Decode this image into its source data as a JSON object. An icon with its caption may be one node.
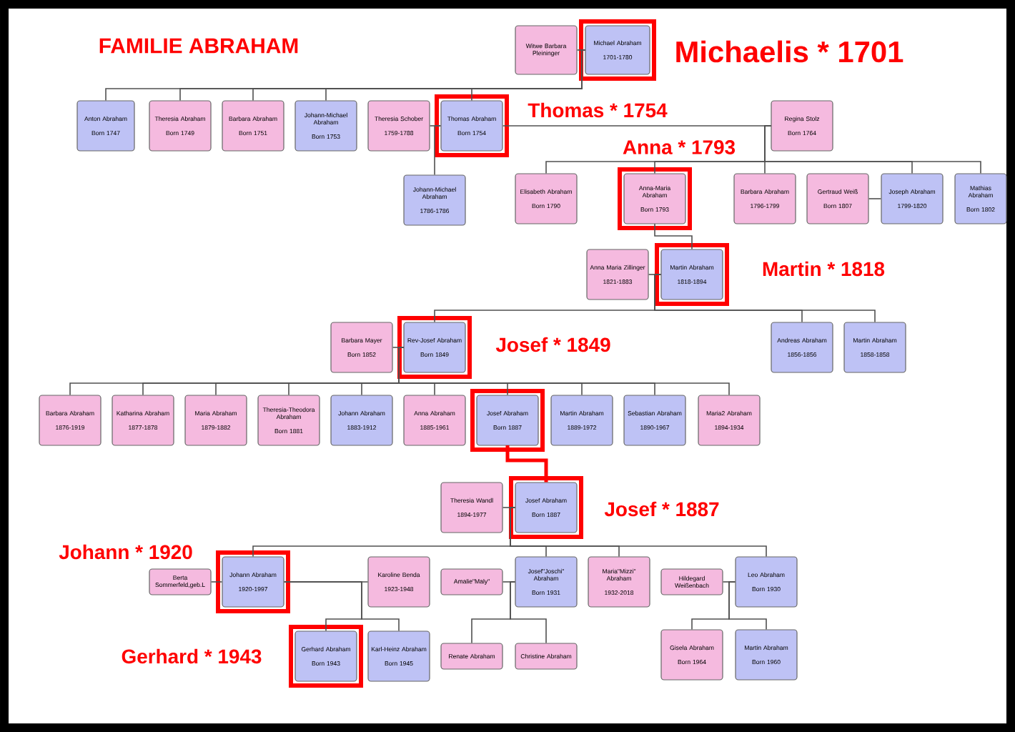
{
  "diagram": {
    "title": "FAMILIE ABRAHAM",
    "nodes": [
      {
        "text": [
          "Witwe Barbara Pleininger"
        ]
      },
      {
        "text": [
          "Michael Abraham",
          "1701-1780"
        ]
      },
      {
        "text": [
          "Anton Abraham",
          "Born 1747"
        ]
      },
      {
        "text": [
          "Theresia Abraham",
          "Born 1749"
        ]
      },
      {
        "text": [
          "Barbara Abraham",
          "Born 1751"
        ]
      },
      {
        "text": [
          "Johann-Michael Abraham",
          "Born 1753"
        ]
      },
      {
        "text": [
          "Theresia Schober",
          "1759-1788"
        ]
      },
      {
        "text": [
          "Thomas Abraham",
          "Born 1754"
        ]
      },
      {
        "text": [
          "Regina Stolz",
          "Born 1764"
        ]
      },
      {
        "text": [
          "Johann-Michael Abraham",
          "1786-1786"
        ]
      },
      {
        "text": [
          "Elisabeth Abraham",
          "Born 1790"
        ]
      },
      {
        "text": [
          "Anna-Maria Abraham",
          "Born 1793"
        ]
      },
      {
        "text": [
          "Barbara Abraham",
          "1796-1799"
        ]
      },
      {
        "text": [
          "Gertraud Weiß",
          "Born 1807"
        ]
      },
      {
        "text": [
          "Joseph Abraham",
          "1799-1820"
        ]
      },
      {
        "text": [
          "Mathias Abraham",
          "Born 1802"
        ]
      },
      {
        "text": [
          "Anna Maria Zillinger",
          "1821-1883"
        ]
      },
      {
        "text": [
          "Martin Abraham",
          "1818-1894"
        ]
      },
      {
        "text": [
          "Barbara Mayer",
          "Born 1852"
        ]
      },
      {
        "text": [
          "Rev-Josef Abraham",
          "Born 1849"
        ]
      },
      {
        "text": [
          "Andreas Abraham",
          "1856-1856"
        ]
      },
      {
        "text": [
          "Martin Abraham",
          "1858-1858"
        ]
      },
      {
        "text": [
          "Barbara Abraham",
          "1876-1919"
        ]
      },
      {
        "text": [
          "Katharina Abraham",
          "1877-1878"
        ]
      },
      {
        "text": [
          "Maria Abraham",
          "1879-1882"
        ]
      },
      {
        "text": [
          "Theresia-Theodora Abraham",
          "Born 1881"
        ]
      },
      {
        "text": [
          "Johann Abraham",
          "1883-1912"
        ]
      },
      {
        "text": [
          "Anna Abraham",
          "1885-1961"
        ]
      },
      {
        "text": [
          "Josef Abraham",
          "Born 1887"
        ]
      },
      {
        "text": [
          "Martin Abraham",
          "1889-1972"
        ]
      },
      {
        "text": [
          "Sebastian Abraham",
          "1890-1967"
        ]
      },
      {
        "text": [
          "Maria2 Abraham",
          "1894-1934"
        ]
      },
      {
        "text": [
          "Theresia Wandl",
          "1894-1977"
        ]
      },
      {
        "text": [
          "Josef Abraham",
          "Born 1887"
        ]
      },
      {
        "text": [
          "Berta Sommerfeld,geb.L"
        ]
      },
      {
        "text": [
          "Johann Abraham",
          "1920-1997"
        ]
      },
      {
        "text": [
          "Karoline Benda",
          "1923-1948"
        ]
      },
      {
        "text": [
          "Amalie\"Maly\""
        ]
      },
      {
        "text": [
          "Josef\"Joschi\" Abraham",
          "Born 1931"
        ]
      },
      {
        "text": [
          "Maria\"Mizzi\" Abraham",
          "1932-2018"
        ]
      },
      {
        "text": [
          "Hildegard Weißenbach"
        ]
      },
      {
        "text": [
          "Leo Abraham",
          "Born 1930"
        ]
      },
      {
        "text": [
          "Gerhard Abraham",
          "Born 1943"
        ]
      },
      {
        "text": [
          "Karl-Heinz Abraham",
          "Born 1945"
        ]
      },
      {
        "text": [
          "Renate Abraham"
        ]
      },
      {
        "text": [
          "Christine Abraham"
        ]
      },
      {
        "text": [
          "Gisela Abraham",
          "Born 1964"
        ]
      },
      {
        "text": [
          "Martin Abraham",
          "Born 1960"
        ]
      }
    ],
    "edges": [
      {
        "from": 0,
        "to": 1,
        "arrow": "none"
      },
      {
        "from": 1,
        "to": 2,
        "arrow": "none"
      },
      {
        "from": 1,
        "to": 3,
        "arrow": "none"
      },
      {
        "from": 1,
        "to": 4,
        "arrow": "none"
      },
      {
        "from": 1,
        "to": 5,
        "arrow": "none"
      },
      {
        "from": 1,
        "to": 7,
        "arrow": "none"
      },
      {
        "from": 6,
        "to": 7,
        "arrow": "none"
      },
      {
        "from": 7,
        "to": 8,
        "arrow": "none"
      },
      {
        "from": 7,
        "to": 9,
        "arrow": "none"
      },
      {
        "from": 8,
        "to": 10,
        "arrow": "none"
      },
      {
        "from": 8,
        "to": 11,
        "arrow": "none"
      },
      {
        "from": 8,
        "to": 12,
        "arrow": "none"
      },
      {
        "from": 8,
        "to": 14,
        "arrow": "none"
      },
      {
        "from": 8,
        "to": 15,
        "arrow": "none"
      },
      {
        "from": 13,
        "to": 14,
        "arrow": "none"
      },
      {
        "from": 11,
        "to": 17,
        "arrow": "none"
      },
      {
        "from": 16,
        "to": 17,
        "arrow": "none"
      },
      {
        "from": 17,
        "to": 19,
        "arrow": "none"
      },
      {
        "from": 17,
        "to": 20,
        "arrow": "none"
      },
      {
        "from": 17,
        "to": 21,
        "arrow": "none"
      },
      {
        "from": 18,
        "to": 19,
        "arrow": "none"
      },
      {
        "from": 19,
        "to": 22,
        "arrow": "none"
      },
      {
        "from": 19,
        "to": 23,
        "arrow": "none"
      },
      {
        "from": 19,
        "to": 24,
        "arrow": "none"
      },
      {
        "from": 19,
        "to": 25,
        "arrow": "none"
      },
      {
        "from": 19,
        "to": 26,
        "arrow": "none"
      },
      {
        "from": 19,
        "to": 27,
        "arrow": "none"
      },
      {
        "from": 19,
        "to": 28,
        "arrow": "none"
      },
      {
        "from": 19,
        "to": 29,
        "arrow": "none"
      },
      {
        "from": 19,
        "to": 30,
        "arrow": "none"
      },
      {
        "from": 19,
        "to": 31,
        "arrow": "none"
      },
      {
        "from": 28,
        "to": 33,
        "arrow": "none",
        "style": "thick",
        "color": "#ff0000"
      },
      {
        "from": 32,
        "to": 33,
        "arrow": "none"
      },
      {
        "from": 33,
        "to": 35,
        "arrow": "none"
      },
      {
        "from": 33,
        "to": 38,
        "arrow": "none"
      },
      {
        "from": 33,
        "to": 39,
        "arrow": "none"
      },
      {
        "from": 33,
        "to": 41,
        "arrow": "none"
      },
      {
        "from": 34,
        "to": 35,
        "arrow": "none"
      },
      {
        "from": 35,
        "to": 36,
        "arrow": "none"
      },
      {
        "from": 37,
        "to": 38,
        "arrow": "none"
      },
      {
        "from": 40,
        "to": 41,
        "arrow": "none"
      },
      {
        "from": 35,
        "to": 42,
        "arrow": "none"
      },
      {
        "from": 35,
        "to": 43,
        "arrow": "none"
      },
      {
        "from": 38,
        "to": 44,
        "arrow": "none"
      },
      {
        "from": 38,
        "to": 45,
        "arrow": "none"
      },
      {
        "from": 41,
        "to": 46,
        "arrow": "none"
      },
      {
        "from": 41,
        "to": 47,
        "arrow": "none"
      }
    ],
    "labels": [
      "Michaelis * 1701",
      "Thomas * 1754",
      "Anna * 1793",
      "Martin * 1818",
      "Josef * 1849",
      "Josef * 1887",
      "Johann * 1920",
      "Gerhard * 1943"
    ]
  }
}
